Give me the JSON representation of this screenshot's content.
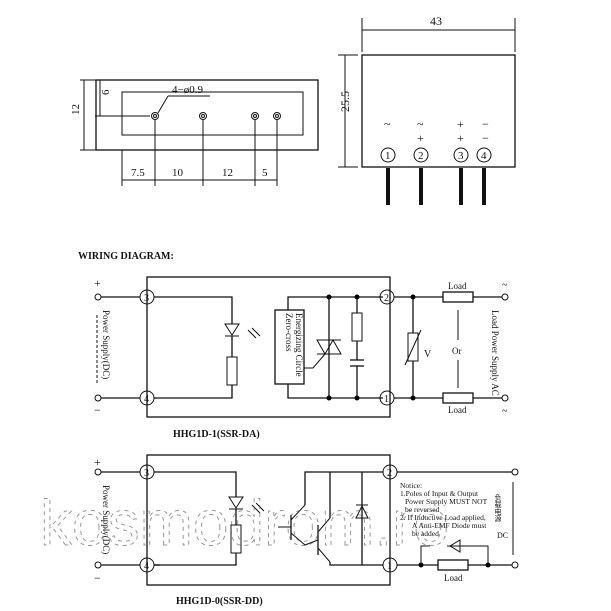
{
  "dimensions": {
    "hole_label": "4−ø0.9",
    "top_height": "12",
    "top_offset": "6",
    "spacings": [
      "7.5",
      "10",
      "12",
      "5"
    ],
    "width": "43",
    "height": "25.5",
    "terminal_symbols_row1": [
      "~",
      "~",
      "+",
      "−"
    ],
    "terminal_symbols_row2": [
      "",
      "+",
      "+",
      "−"
    ],
    "pins": [
      "1",
      "2",
      "3",
      "4"
    ]
  },
  "wiring_title": "WIRING DIAGRAM:",
  "diagram_ac": {
    "title": "HHG1D-1(SSR-DA)",
    "input_label": "Power Supply(DC)",
    "zero_cross_line1": "Zero-cross",
    "zero_cross_line2": "Energizing Circle",
    "varistor": "V",
    "or": "Or",
    "load_top": "Load",
    "load_bottom": "Load",
    "output_label": "Load Power Supply AC",
    "plus": "+",
    "minus": "−",
    "ac": "~",
    "terminals": [
      "3",
      "4",
      "2",
      "1"
    ]
  },
  "diagram_dc": {
    "title": "HHG1D-0(SSR-DD)",
    "input_label": "Power Supply(DC)",
    "notice_title": "Notice:",
    "notice_1a": "1.Poles of Input & Output",
    "notice_1b": "Power Supply MUST NOT",
    "notice_1c": "be reversed",
    "notice_2a": "2. If Inductive Load applied,",
    "notice_2b": "A Anti-EMF Diode must",
    "notice_2c": "be added",
    "output_label_cn": "负载电源",
    "output_label_dc": "DC",
    "load": "Load",
    "plus": "+",
    "minus": "−",
    "terminals": [
      "3",
      "4",
      "2",
      "1"
    ]
  },
  "watermark": "kosmodrom.ro"
}
